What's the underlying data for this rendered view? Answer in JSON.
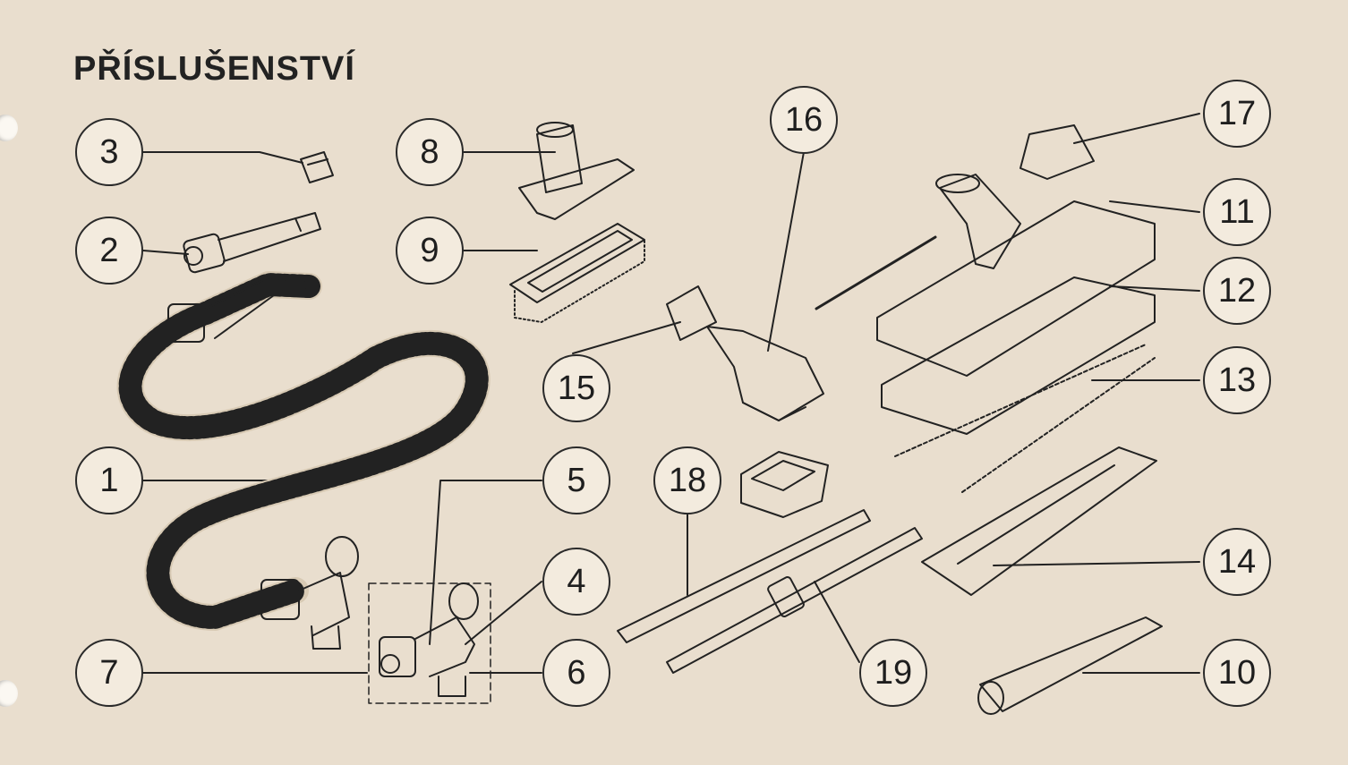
{
  "title": "PŘÍSLUŠENSTVÍ",
  "callouts": [
    "1",
    "2",
    "3",
    "4",
    "5",
    "6",
    "7",
    "8",
    "9",
    "10",
    "11",
    "12",
    "13",
    "14",
    "15",
    "16",
    "17",
    "18",
    "19"
  ]
}
